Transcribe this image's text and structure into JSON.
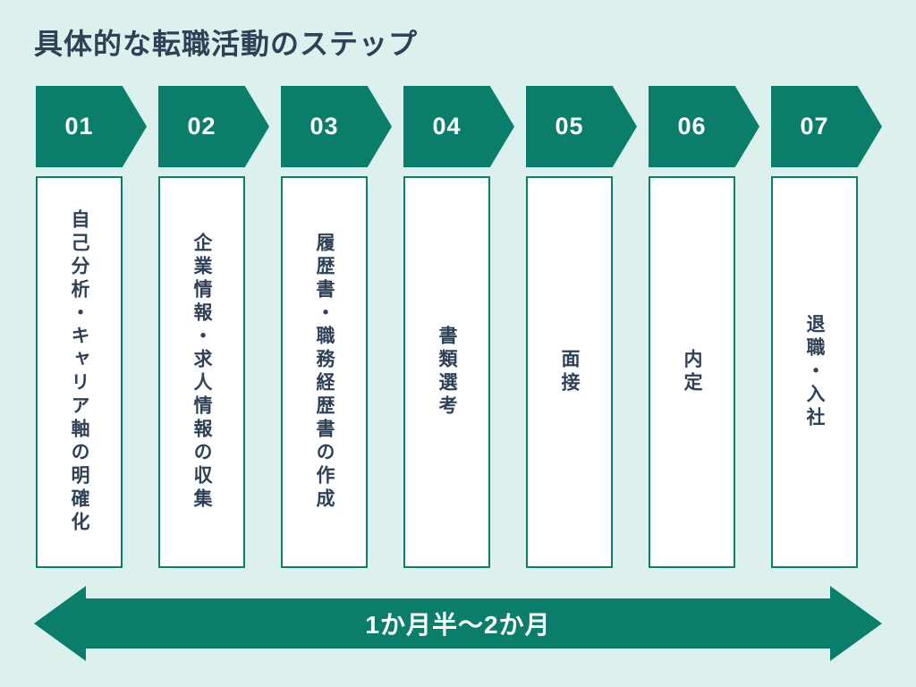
{
  "title": "具体的な転職活動のステップ",
  "steps": [
    {
      "number": "01",
      "label": "自己分析・キャリア軸の明確化"
    },
    {
      "number": "02",
      "label": "企業情報・求人情報の収集"
    },
    {
      "number": "03",
      "label": "履歴書・職務経歴書の作成"
    },
    {
      "number": "04",
      "label": "書類選考"
    },
    {
      "number": "05",
      "label": "面接"
    },
    {
      "number": "06",
      "label": "内定"
    },
    {
      "number": "07",
      "label": "退職・入社"
    }
  ],
  "timeline": {
    "label": "1か月半〜2か月"
  },
  "colors": {
    "background": "#dcf1ee",
    "accent_teal": "#0a7e6a",
    "text_dark": "#2f4156",
    "card_background": "#ffffff",
    "number_text": "#ffffff"
  }
}
